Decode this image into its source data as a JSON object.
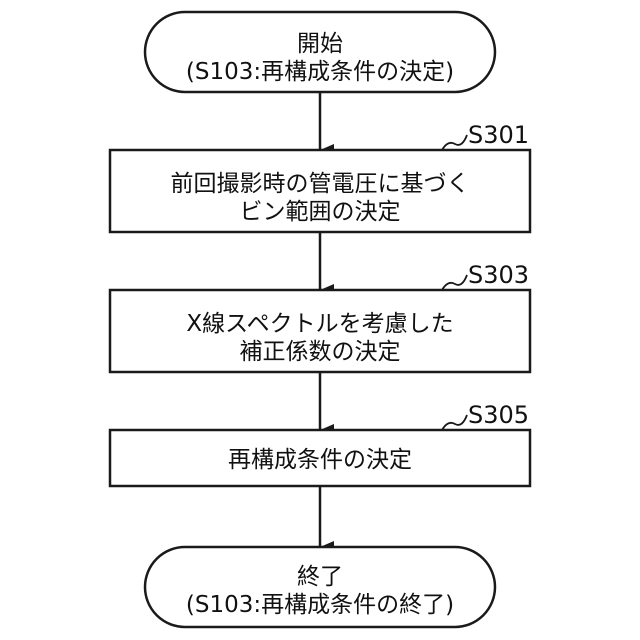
{
  "diagram": {
    "start": {
      "line1": "開始",
      "line2": "(S103:再構成条件の決定)"
    },
    "steps": [
      {
        "label": "S301",
        "line1": "前回撮影時の管電圧に基づく",
        "line2": "ビン範囲の決定"
      },
      {
        "label": "S303",
        "line1": "X線スペクトルを考慮した",
        "line2": "補正係数の決定"
      },
      {
        "label": "S305",
        "line1": "再構成条件の決定"
      }
    ],
    "end": {
      "line1": "終了",
      "line2": "(S103:再構成条件の終了)"
    }
  }
}
